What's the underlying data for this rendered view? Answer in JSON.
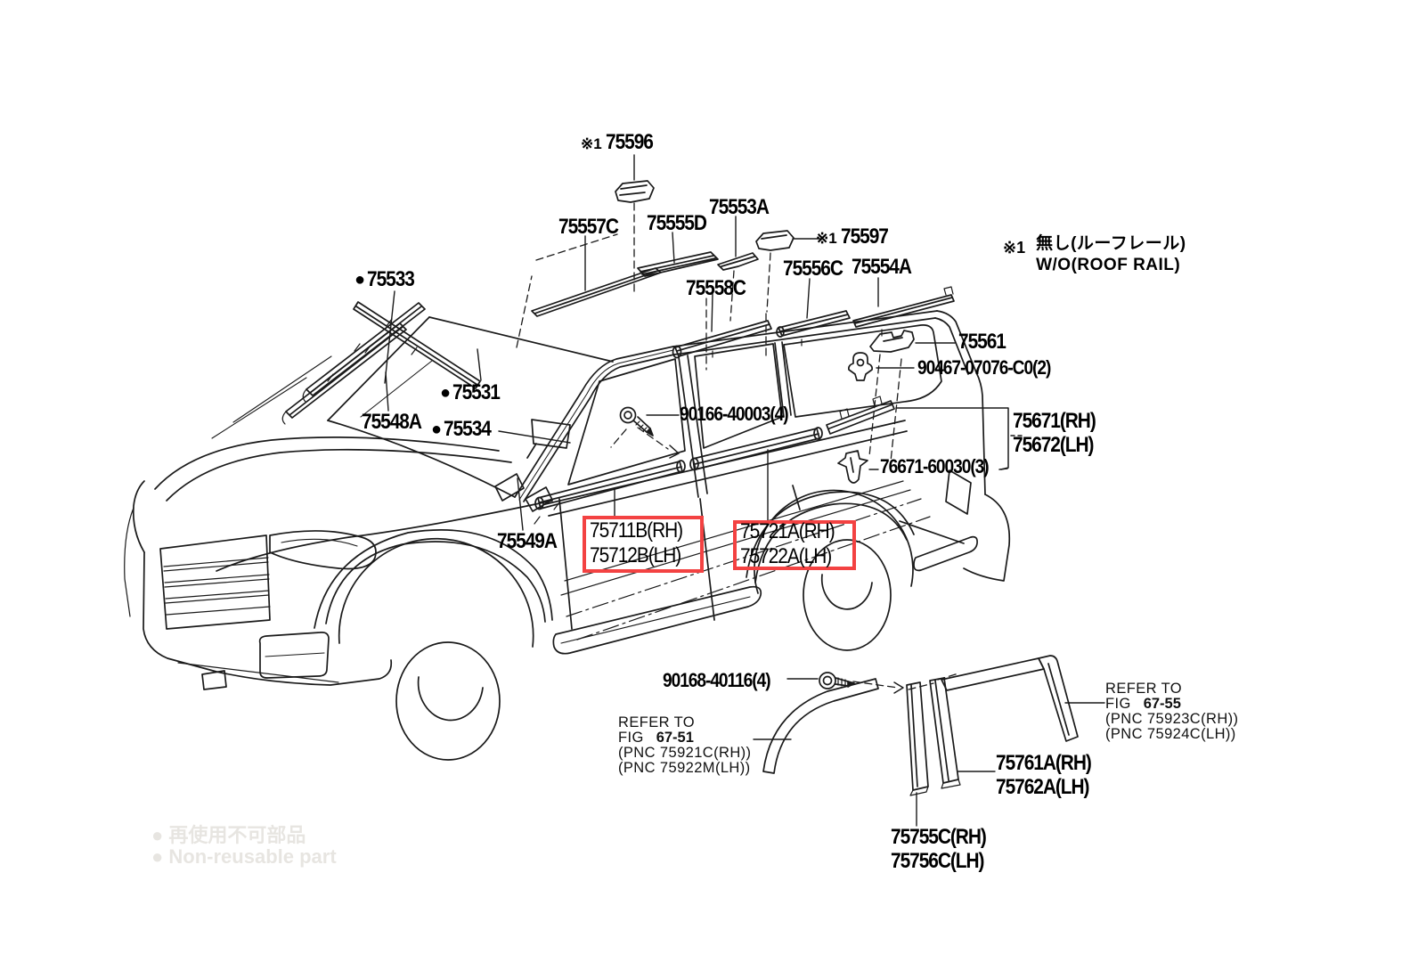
{
  "colors": {
    "background": "#ffffff",
    "line": "#1a1a1a",
    "highlight": "#f34242"
  },
  "legend": {
    "marker": "※1",
    "jp": "無し(ルーフレール)",
    "en": "W/O(ROOF RAIL)"
  },
  "watermark": {
    "jp": "● 再使用不可部品",
    "en": "● Non-reusable part"
  },
  "labels": {
    "p75596": {
      "prefix": "※1",
      "text": "75596"
    },
    "p75557C": {
      "text": "75557C"
    },
    "p75555D": {
      "text": "75555D"
    },
    "p75553A": {
      "text": "75553A"
    },
    "p75597": {
      "prefix": "※1",
      "text": "75597"
    },
    "p75556C": {
      "text": "75556C"
    },
    "p75554A": {
      "text": "75554A"
    },
    "p75558C": {
      "text": "75558C"
    },
    "p75533": {
      "dot": "●",
      "text": "75533"
    },
    "p75531": {
      "dot": "●",
      "text": "75531"
    },
    "p75534": {
      "dot": "●",
      "text": "75534"
    },
    "p75548A": {
      "text": "75548A"
    },
    "p75549A": {
      "text": "75549A"
    },
    "p90166": {
      "text": "90166-40003(4)"
    },
    "p75561": {
      "text": "75561"
    },
    "p90467": {
      "text": "90467-07076-C0(2)"
    },
    "p75671": {
      "line1": "75671(RH)",
      "line2": "75672(LH)"
    },
    "p76671": {
      "text": "76671-60030(3)"
    },
    "p75711": {
      "line1": "75711B(RH)",
      "line2": "75712B(LH)"
    },
    "p75721": {
      "line1": "75721A(RH)",
      "line2": "75722A(LH)"
    },
    "p90168": {
      "text": "90168-40116(4)"
    },
    "refer51": {
      "line1": "REFER TO",
      "fig": "FIG",
      "fignum": "67-51",
      "line3": "(PNC 75921C(RH))",
      "line4": "(PNC 75922M(LH))"
    },
    "refer55": {
      "line1": "REFER TO",
      "fig": "FIG",
      "fignum": "67-55",
      "line3": "(PNC 75923C(RH))",
      "line4": "(PNC 75924C(LH))"
    },
    "p75761": {
      "line1": "75761A(RH)",
      "line2": "75762A(LH)"
    },
    "p75755": {
      "line1": "75755C(RH)",
      "line2": "75756C(LH)"
    }
  }
}
